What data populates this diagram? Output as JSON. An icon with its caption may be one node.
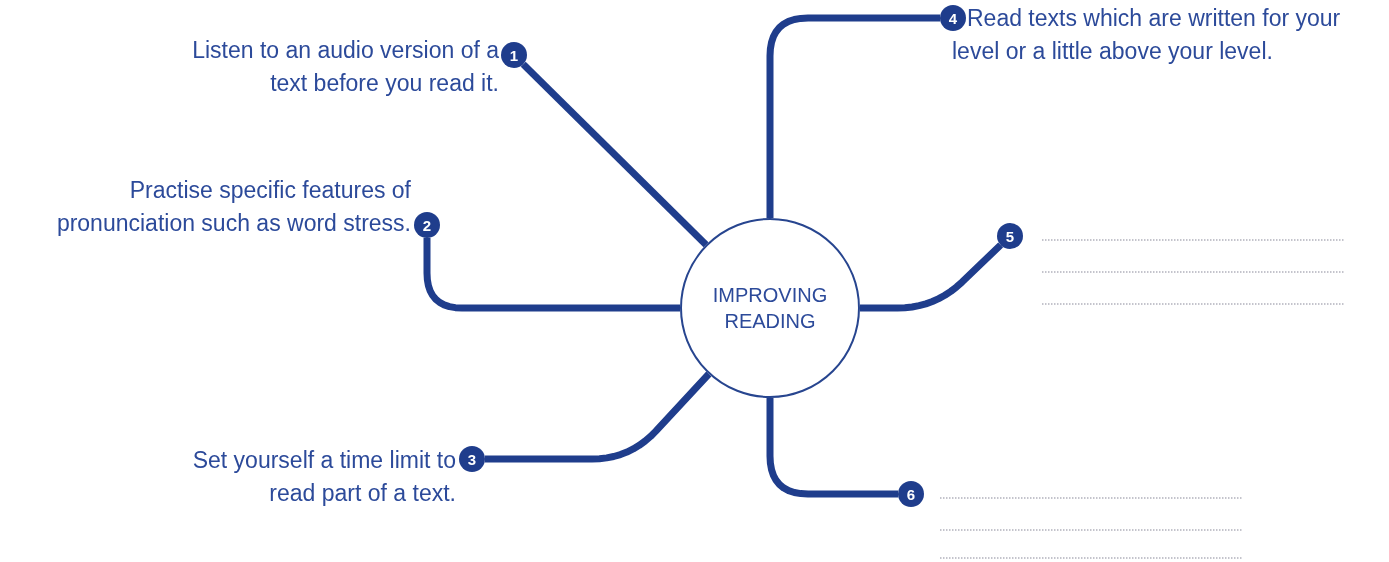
{
  "diagram": {
    "nodes": [
      {
        "text": [
          "IMPROVING READING"
        ]
      },
      {
        "text": [
          "1"
        ],
        "beside": [
          "Listen to an audio version of a text before you read it."
        ]
      },
      {
        "text": [
          "2"
        ],
        "beside": [
          "Practise specific features of pronunciation such as word stress."
        ]
      },
      {
        "text": [
          "3"
        ],
        "beside": [
          "Set yourself a time limit to read part of a text."
        ]
      },
      {
        "text": [
          "4"
        ],
        "beside": [
          "Read texts which are written for your level or a little above your level."
        ]
      },
      {
        "text": [
          "5"
        ]
      },
      {
        "text": [
          "6"
        ]
      }
    ],
    "edges": [
      {
        "from": 0,
        "to": 1,
        "arrow": "none"
      },
      {
        "from": 0,
        "to": 2,
        "arrow": "none"
      },
      {
        "from": 0,
        "to": 3,
        "arrow": "none"
      },
      {
        "from": 0,
        "to": 4,
        "arrow": "none"
      },
      {
        "from": 0,
        "to": 5,
        "arrow": "none"
      },
      {
        "from": 0,
        "to": 6,
        "arrow": "none"
      }
    ]
  }
}
